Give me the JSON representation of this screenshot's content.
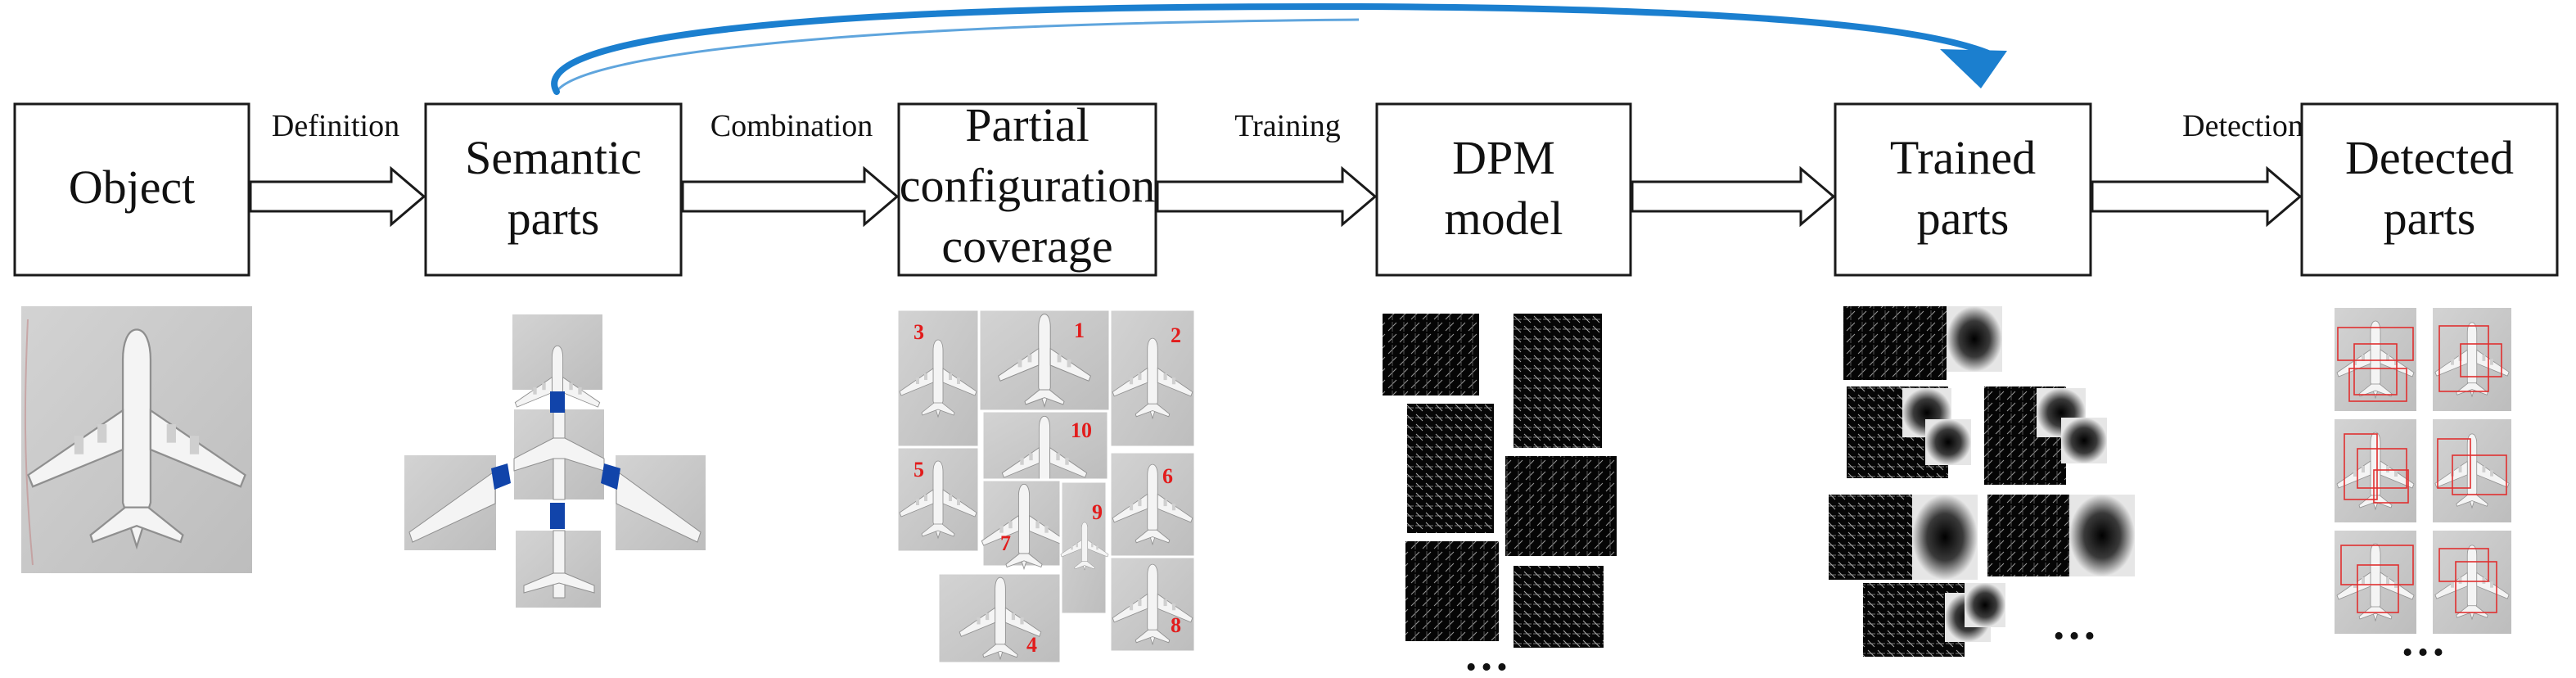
{
  "nodes": [
    {
      "id": "object",
      "lines": [
        "Object"
      ]
    },
    {
      "id": "semantic",
      "lines": [
        "Semantic",
        "parts"
      ]
    },
    {
      "id": "partial",
      "lines": [
        "Partial",
        "configuration",
        "coverage"
      ]
    },
    {
      "id": "dpm",
      "lines": [
        "DPM",
        "model"
      ]
    },
    {
      "id": "trained",
      "lines": [
        "Trained",
        "parts"
      ]
    },
    {
      "id": "detected",
      "lines": [
        "Detected",
        "parts"
      ]
    }
  ],
  "edges": [
    {
      "from": "object",
      "to": "semantic",
      "label": "Definition"
    },
    {
      "from": "semantic",
      "to": "partial",
      "label": "Combination"
    },
    {
      "from": "partial",
      "to": "dpm",
      "label": "Training"
    },
    {
      "from": "dpm",
      "to": "trained",
      "label": ""
    },
    {
      "from": "trained",
      "to": "detected",
      "label": "Detection"
    }
  ],
  "part_numbers": [
    "3",
    "1",
    "2",
    "10",
    "5",
    "6",
    "7",
    "9",
    "4",
    "8"
  ],
  "ellipsis": "…",
  "colors": {
    "box_border": "#1a1a1a",
    "curved_arrow": "#1b7fcf",
    "semantic_marker": "#1144aa",
    "part_number": "#e21c1c",
    "detection_box": "#e03030",
    "tarmac": "#c8c8c8",
    "airplane": "#f4f4f4",
    "hog_background": "#050505"
  },
  "icons": [
    "airplane-icon",
    "hog-feature-icon",
    "radial-filter-icon"
  ]
}
